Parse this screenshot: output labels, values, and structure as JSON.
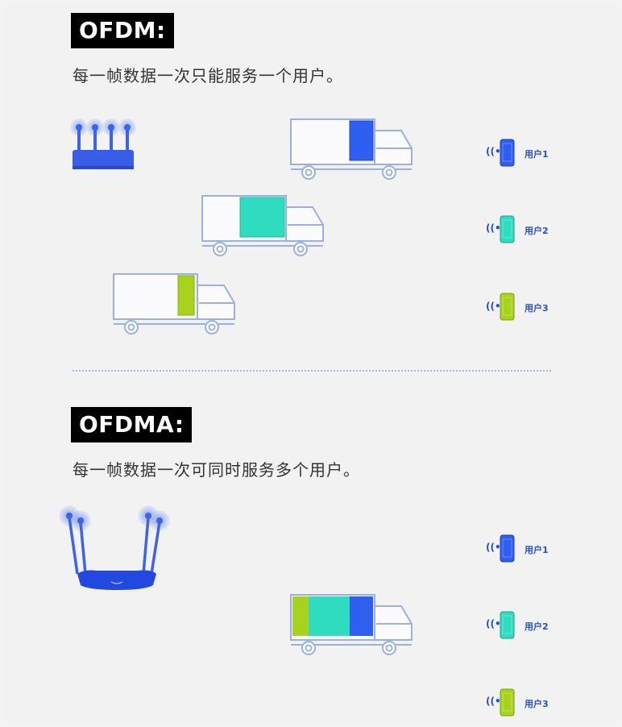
{
  "ofdm": {
    "tag": "OFDM:",
    "description": "每一帧数据一次只能服务一个用户。",
    "users": [
      "用户1",
      "用户2",
      "用户3"
    ]
  },
  "ofdma": {
    "tag": "OFDMA:",
    "description": "每一帧数据一次可同时服务多个用户。",
    "users": [
      "用户1",
      "用户2",
      "用户3"
    ]
  },
  "colors": {
    "user1": "#2e5ff0",
    "user2": "#2fdcc0",
    "user3": "#a8d21e",
    "accent": "#2a4fc9",
    "truck_outline": "#9ab0e0"
  },
  "icons": [
    "router-icon",
    "truck-icon",
    "phone-icon",
    "signal-icon"
  ]
}
